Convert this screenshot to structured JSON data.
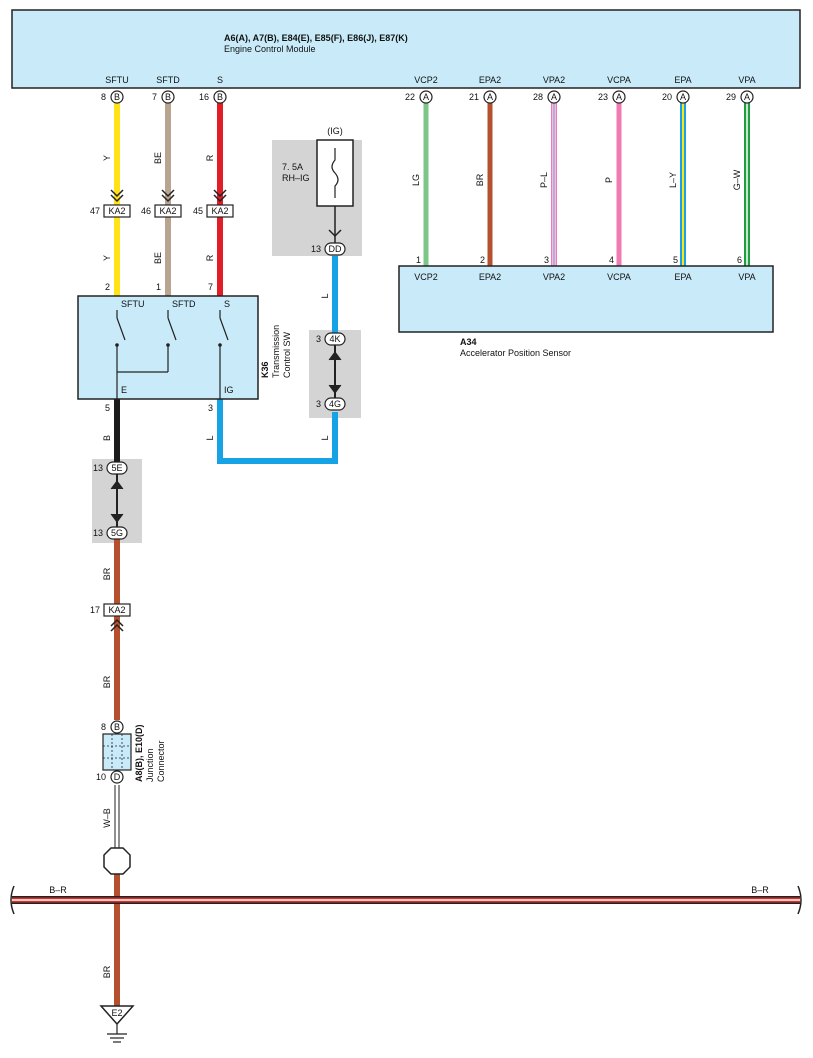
{
  "colors": {
    "box_fill": "#c9ebf9",
    "shade": "#d4d4d4",
    "yellow": "#ffe21a",
    "tan": "#b9a490",
    "red": "#e21d25",
    "blue": "#16a3e6",
    "black": "#1b1b1b",
    "brown": "#b5502f",
    "lightgreen": "#7cc688",
    "pink": "#f07ab3",
    "green": "#1e9e3e",
    "purple": "#8d7fd6",
    "bus_red": "#d62f2a"
  },
  "ecm": {
    "title": "A6(A), A7(B), E84(E), E85(F), E86(J), E87(K)",
    "subtitle": "Engine Control Module",
    "terminals": [
      {
        "name": "SFTU",
        "pin": "8",
        "conn": "B"
      },
      {
        "name": "SFTD",
        "pin": "7",
        "conn": "B"
      },
      {
        "name": "S",
        "pin": "16",
        "conn": "B"
      },
      {
        "name": "VCP2",
        "pin": "22",
        "conn": "A"
      },
      {
        "name": "EPA2",
        "pin": "21",
        "conn": "A"
      },
      {
        "name": "VPA2",
        "pin": "28",
        "conn": "A"
      },
      {
        "name": "VCPA",
        "pin": "23",
        "conn": "A"
      },
      {
        "name": "EPA",
        "pin": "20",
        "conn": "A"
      },
      {
        "name": "VPA",
        "pin": "29",
        "conn": "A"
      }
    ]
  },
  "wire_colors": {
    "y": "Y",
    "be": "BE",
    "r": "R",
    "lg": "LG",
    "br": "BR",
    "pl": "P–L",
    "p": "P",
    "ly": "L–Y",
    "gw": "G–W",
    "l": "L",
    "b": "B",
    "wb": "W–B",
    "br_bus": "B–R"
  },
  "ka2": {
    "label": "KA2",
    "pins": [
      "47",
      "46",
      "45",
      "17"
    ]
  },
  "fuse": {
    "ig": "(IG)",
    "rating": "7. 5A",
    "name": "RH–IG",
    "conn_pin": "13",
    "conn": "DD"
  },
  "k36": {
    "id": "K36",
    "name1": "Transmission",
    "name2": "Control SW",
    "terminals": [
      "SFTU",
      "SFTD",
      "S",
      "E",
      "IG"
    ],
    "pins": [
      "2",
      "1",
      "7",
      "5",
      "3"
    ]
  },
  "conn_4k": {
    "pin": "3",
    "label": "4K"
  },
  "conn_4g": {
    "pin": "3",
    "label": "4G"
  },
  "conn_5e": {
    "pin": "13",
    "label": "5E"
  },
  "conn_5g": {
    "pin": "13",
    "label": "5G"
  },
  "a34": {
    "id": "A34",
    "name": "Accelerator Position Sensor",
    "pins": [
      "1",
      "2",
      "3",
      "4",
      "5",
      "6"
    ],
    "terminals": [
      "VCP2",
      "EPA2",
      "VPA2",
      "VCPA",
      "EPA",
      "VPA"
    ]
  },
  "jc": {
    "title": "A8(B), E10(D)",
    "name1": "Junction",
    "name2": "Connector",
    "pin_top": "8",
    "conn_top": "B",
    "pin_bot": "10",
    "conn_bot": "D"
  },
  "ground": {
    "label": "E2"
  }
}
